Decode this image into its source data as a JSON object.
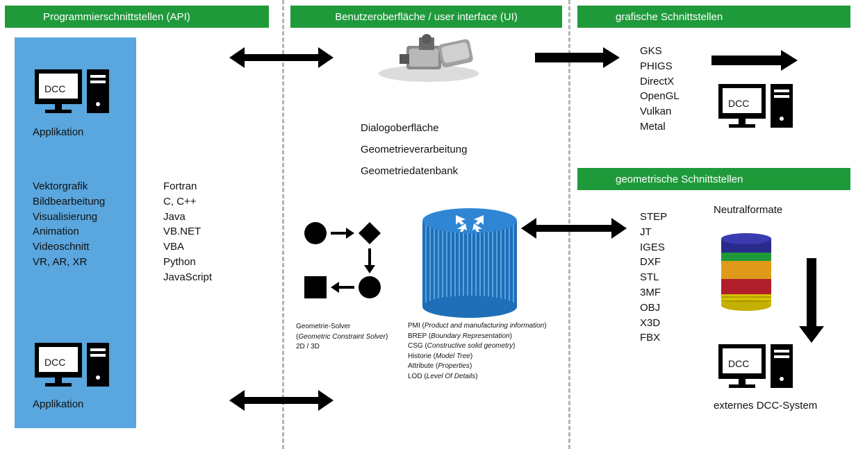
{
  "headers": {
    "api": "Programmierschnittstellen (API)",
    "ui": "Benutzeroberfläche / user interface (UI)",
    "graphic": "grafische Schnittstellen",
    "geometric": "geometrische Schnittstellen"
  },
  "left_panel": {
    "app_top": {
      "dcc": "DCC",
      "label": "Applikation"
    },
    "app_bottom": {
      "dcc": "DCC",
      "label": "Applikation"
    },
    "uses": [
      "Vektorgrafik",
      "Bildbearbeitung",
      "Visualisierung",
      "Animation",
      "Videoschnitt",
      "VR, AR, XR"
    ]
  },
  "languages": [
    "Fortran",
    "C, C++",
    "Java",
    "VB.NET",
    "VBA",
    "Python",
    "JavaScript"
  ],
  "ui_layers": [
    "Dialogoberfläche",
    "Geometrieverarbeitung",
    "Geometriedatenbank"
  ],
  "solver": {
    "line1": "Geometrie-Solver",
    "line2_open": "(",
    "line2_italic": "Geometric Constraint Solver",
    "line2_close": ")",
    "line3": "2D / 3D"
  },
  "database_items": [
    {
      "abbr": "PMI (",
      "desc": "Product and manufacturing information",
      "end": ")"
    },
    {
      "abbr": "BREP (",
      "desc": "Boundary Representation",
      "end": ")"
    },
    {
      "abbr": "CSG (",
      "desc": "Constructive solid geometry",
      "end": ")"
    },
    {
      "abbr": "Historie (",
      "desc": "Model Tree",
      "end": ")"
    },
    {
      "abbr": "Attribute (",
      "desc": "Properties",
      "end": ")"
    },
    {
      "abbr": "LOD (",
      "desc": "Level Of Details",
      "end": ")"
    }
  ],
  "graphic_apis": [
    "GKS",
    "PHIGS",
    "DirectX",
    "OpenGL",
    "Vulkan",
    "Metal"
  ],
  "graphic_dcc": "DCC",
  "neutral_title": "Neutralformate",
  "neutral_formats": [
    "STEP",
    "JT",
    "IGES",
    "DXF",
    "STL",
    "3MF",
    "OBJ",
    "X3D",
    "FBX"
  ],
  "external": {
    "dcc": "DCC",
    "label": "externes DCC-System"
  },
  "colors": {
    "header_green": "#1f9a3b",
    "panel_blue": "#5aa6de",
    "db_blue": "#1e6fb8",
    "stack": [
      "#2a2a8c",
      "#1f9a3b",
      "#e09a1a",
      "#b01e2a",
      "#d4c200"
    ]
  }
}
